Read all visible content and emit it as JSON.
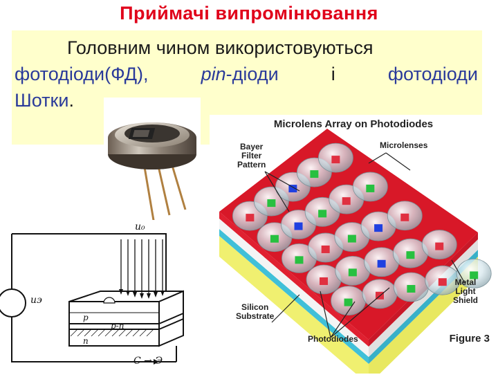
{
  "slide": {
    "title": "Приймачі випромінювання",
    "paragraph": {
      "line1": "Головним чином використовуються",
      "line2_a": "фотодіоди(ФД),",
      "line2_b_italic": "pin",
      "line2_b": "-діоди",
      "line2_c": "і",
      "line2_d": "фотодіоди",
      "line3_a": "Шотки",
      "line3_b": "."
    }
  },
  "figure": {
    "title": "Microlens Array on Photodiodes",
    "caption": "Figure 3",
    "labels": {
      "bayer": [
        "Bayer",
        "Filter",
        "Pattern"
      ],
      "microlenses": "Microlenses",
      "shield": [
        "Metal",
        "Light",
        "Shield"
      ],
      "substrate": [
        "Silicon",
        "Substrate"
      ],
      "photodiodes": "Photodiodes"
    },
    "grid_colors": [
      [
        "red",
        "green",
        "blue",
        "green",
        "red"
      ],
      [
        "green",
        "blue",
        "green",
        "red",
        "green"
      ],
      [
        "green",
        "red",
        "green",
        "blue",
        "red"
      ],
      [
        "red",
        "green",
        "blue",
        "green",
        "red"
      ],
      [
        "green",
        "red",
        "green",
        "red",
        "green"
      ]
    ]
  },
  "schematic": {
    "labels": {
      "u0": "u₀",
      "ue": "uэ",
      "p": "p",
      "pn": "p-n",
      "n": "n",
      "ce": "C → Э"
    }
  },
  "colors": {
    "title": "#e0001a",
    "text_dark": "#1a1a1a",
    "text_blue": "#2a3a9a",
    "textbox_bg": "#ffffcc",
    "filter_red": "#e03040",
    "filter_green": "#28c040",
    "filter_blue": "#2040e0"
  }
}
